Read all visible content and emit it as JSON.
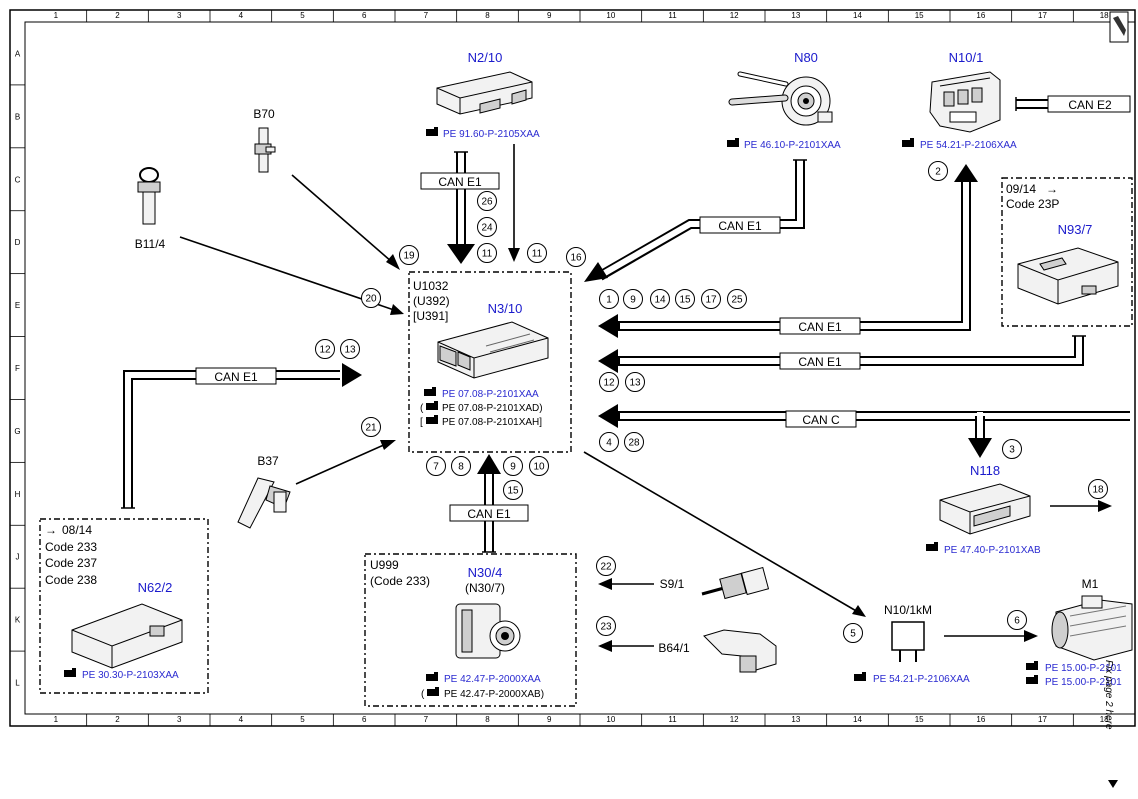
{
  "grid": {
    "columns": [
      "1",
      "2",
      "3",
      "4",
      "5",
      "6",
      "7",
      "8",
      "9",
      "10",
      "11",
      "12",
      "13",
      "14",
      "15",
      "16",
      "17",
      "18"
    ],
    "rows": [
      "A",
      "B",
      "C",
      "D",
      "E",
      "F",
      "G",
      "H",
      "J",
      "K",
      "L"
    ]
  },
  "components": {
    "n2_10": {
      "name": "N2/10",
      "ref": "PE 91.60-P-2105XAA"
    },
    "n80": {
      "name": "N80",
      "ref": "PE 46.10-P-2101XAA"
    },
    "n10_1": {
      "name": "N10/1",
      "ref": "PE 54.21-P-2106XAA"
    },
    "n3_10": {
      "lines": [
        "U1032",
        "(U392)",
        "[U391]"
      ],
      "name": "N3/10",
      "refs": [
        "PE 07.08-P-2101XAA",
        "(",
        "PE 07.08-P-2101XAD)",
        "[",
        "PE 07.08-P-2101XAH]"
      ]
    },
    "n93_7": {
      "lines": [
        "09/14",
        "Code 23P"
      ],
      "name": "N93/7"
    },
    "n118": {
      "name": "N118",
      "ref": "PE 47.40-P-2101XAB"
    },
    "n62_2": {
      "lines": [
        "08/14",
        "Code 233",
        "Code 237",
        "Code 238"
      ],
      "name": "N62/2",
      "ref": "PE 30.30-P-2103XAA"
    },
    "n30_4": {
      "lines": [
        "U999",
        "(Code 233)"
      ],
      "name": "N30/4",
      "alt": "(N30/7)",
      "refs": [
        "PE 42.47-P-2000XAA",
        "(",
        "PE 42.47-P-2000XAB)"
      ]
    },
    "n10_1km": {
      "name": "N10/1kM",
      "ref": "PE 54.21-P-2106XAA"
    },
    "m1": {
      "name": "M1",
      "refs": [
        "PE 15.00-P-2101",
        "PE 15.00-P-2101"
      ]
    },
    "b70": {
      "name": "B70"
    },
    "b11_4": {
      "name": "B11/4"
    },
    "b37": {
      "name": "B37"
    },
    "s9_1": {
      "name": "S9/1"
    },
    "b64_1": {
      "name": "B64/1"
    }
  },
  "buses": {
    "can_e1": "CAN E1",
    "can_e2": "CAN E2",
    "can_c": "CAN C"
  },
  "numbers": [
    "26",
    "24",
    "11",
    "11",
    "19",
    "16",
    "20",
    "1",
    "9",
    "14",
    "15",
    "17",
    "25",
    "12",
    "13",
    "12",
    "13",
    "21",
    "4",
    "28",
    "3",
    "7",
    "8",
    "9",
    "10",
    "15",
    "18",
    "22",
    "23",
    "5",
    "6",
    "2"
  ],
  "side_note": "Fix page 2 here"
}
